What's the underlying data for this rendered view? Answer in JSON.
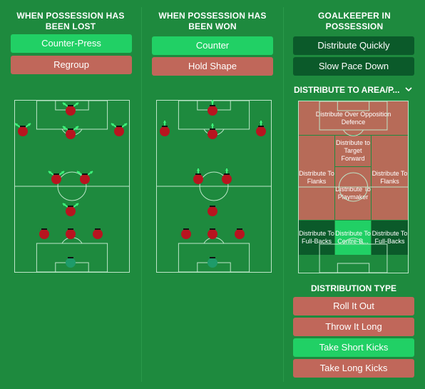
{
  "lost": {
    "title": "WHEN POSSESSION HAS BEEN LOST",
    "options": [
      {
        "label": "Counter-Press",
        "state": "selected"
      },
      {
        "label": "Regroup",
        "state": "unselected"
      }
    ]
  },
  "won": {
    "title": "WHEN POSSESSION HAS BEEN WON",
    "options": [
      {
        "label": "Counter",
        "state": "selected"
      },
      {
        "label": "Hold Shape",
        "state": "unselected"
      }
    ]
  },
  "goalkeeper": {
    "title": "GOALKEEPER IN POSSESSION",
    "options": [
      {
        "label": "Distribute Quickly",
        "state": "neutral"
      },
      {
        "label": "Slow Pace Down",
        "state": "neutral"
      }
    ],
    "area_title": "DISTRIBUTE TO AREA/P...",
    "areas": {
      "over_defence": "Distribute Over Opposition Defence",
      "target_forward": "Distribute to Target Forward",
      "flanks_left": "Distribute To Flanks",
      "flanks_right": "Distribute To Flanks",
      "playmaker": "Distribute To Playmaker",
      "fullbacks_left": "Distribute To Full-Backs",
      "centre_backs": "Distribute To Centre-B...",
      "fullbacks_right": "Distribute To Full-Backs"
    },
    "distribution_title": "DISTRIBUTION TYPE",
    "distribution": [
      {
        "label": "Roll It Out",
        "state": "unselected"
      },
      {
        "label": "Throw It Long",
        "state": "unselected"
      },
      {
        "label": "Take Short Kicks",
        "state": "selected"
      },
      {
        "label": "Take Long Kicks",
        "state": "unselected"
      }
    ]
  },
  "colors": {
    "background": "#1e8a3e",
    "selected": "#21d065",
    "unselected": "#c0675a",
    "neutral": "#0b5a2a",
    "player": "#b8141f",
    "goalkeeper": "#1e9b6a",
    "arrow": "#3df57a"
  }
}
